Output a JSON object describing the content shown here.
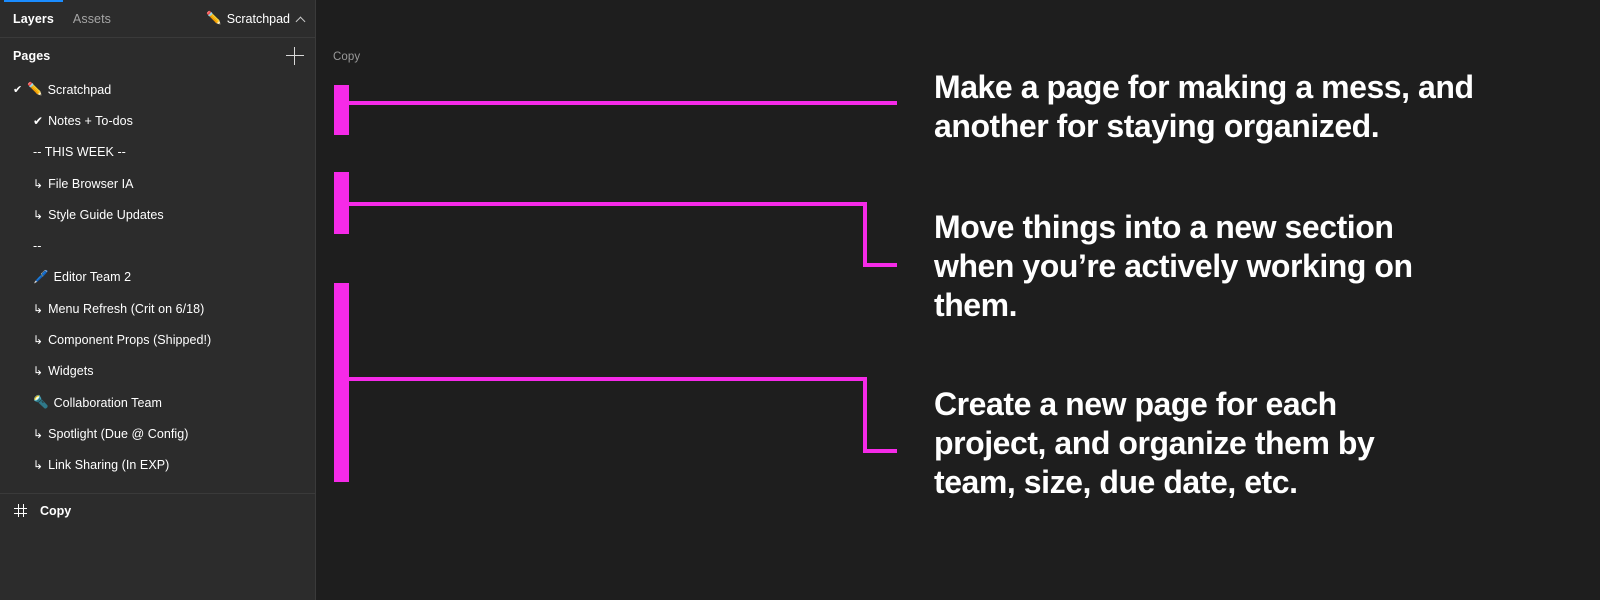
{
  "app": {
    "accent_blue": "#1a8cff",
    "magenta": "#f52ae8",
    "sidebar_bg": "#2c2c2c",
    "canvas_bg": "#1e1e1e"
  },
  "sidebar": {
    "tabs": [
      {
        "label": "Layers",
        "active": true
      },
      {
        "label": "Assets",
        "active": false
      }
    ],
    "page_switcher": {
      "emoji": "✏️",
      "label": "Scratchpad",
      "chevron": "chevron-up-icon"
    },
    "pages_header": {
      "label": "Pages",
      "add_icon": "plus-icon"
    },
    "pages": [
      {
        "label": "Scratchpad",
        "emoji": "✏️",
        "glyph": "",
        "checked": true,
        "indent": false,
        "bold": false
      },
      {
        "label": "Notes + To-dos",
        "emoji": "",
        "glyph": "✔",
        "checked": false,
        "indent": true,
        "bold": false
      },
      {
        "label": "-- THIS WEEK --",
        "emoji": "",
        "glyph": "",
        "checked": false,
        "indent": true,
        "bold": false
      },
      {
        "label": "File Browser IA",
        "emoji": "",
        "glyph": "↳",
        "checked": false,
        "indent": true,
        "bold": false
      },
      {
        "label": "Style Guide Updates",
        "emoji": "",
        "glyph": "↳",
        "checked": false,
        "indent": true,
        "bold": false
      },
      {
        "label": "--",
        "emoji": "",
        "glyph": "",
        "checked": false,
        "indent": true,
        "bold": false
      },
      {
        "label": "Editor Team 2",
        "emoji": "🖊️",
        "glyph": "",
        "checked": false,
        "indent": true,
        "bold": false
      },
      {
        "label": "Menu Refresh (Crit on 6/18)",
        "emoji": "",
        "glyph": "↳",
        "checked": false,
        "indent": true,
        "bold": false
      },
      {
        "label": "Component Props (Shipped!)",
        "emoji": "",
        "glyph": "↳",
        "checked": false,
        "indent": true,
        "bold": false
      },
      {
        "label": "Widgets",
        "emoji": "",
        "glyph": "↳",
        "checked": false,
        "indent": true,
        "bold": false
      },
      {
        "label": "Collaboration Team",
        "emoji": "🔦",
        "glyph": "",
        "checked": false,
        "indent": true,
        "bold": false
      },
      {
        "label": "Spotlight (Due @ Config)",
        "emoji": "",
        "glyph": "↳",
        "checked": false,
        "indent": true,
        "bold": false
      },
      {
        "label": "Link Sharing (In EXP)",
        "emoji": "",
        "glyph": "↳",
        "checked": false,
        "indent": true,
        "bold": false
      }
    ],
    "layer": {
      "icon": "frame-hash-icon",
      "label": "Copy"
    }
  },
  "canvas": {
    "frame_label": "Copy",
    "copy_blocks": [
      "Make a page for making a mess, and another for staying organized.",
      "Move things into a new section when you’re actively working on them.",
      "Create a new page for each project, and organize them by team, size, due date, etc."
    ]
  }
}
